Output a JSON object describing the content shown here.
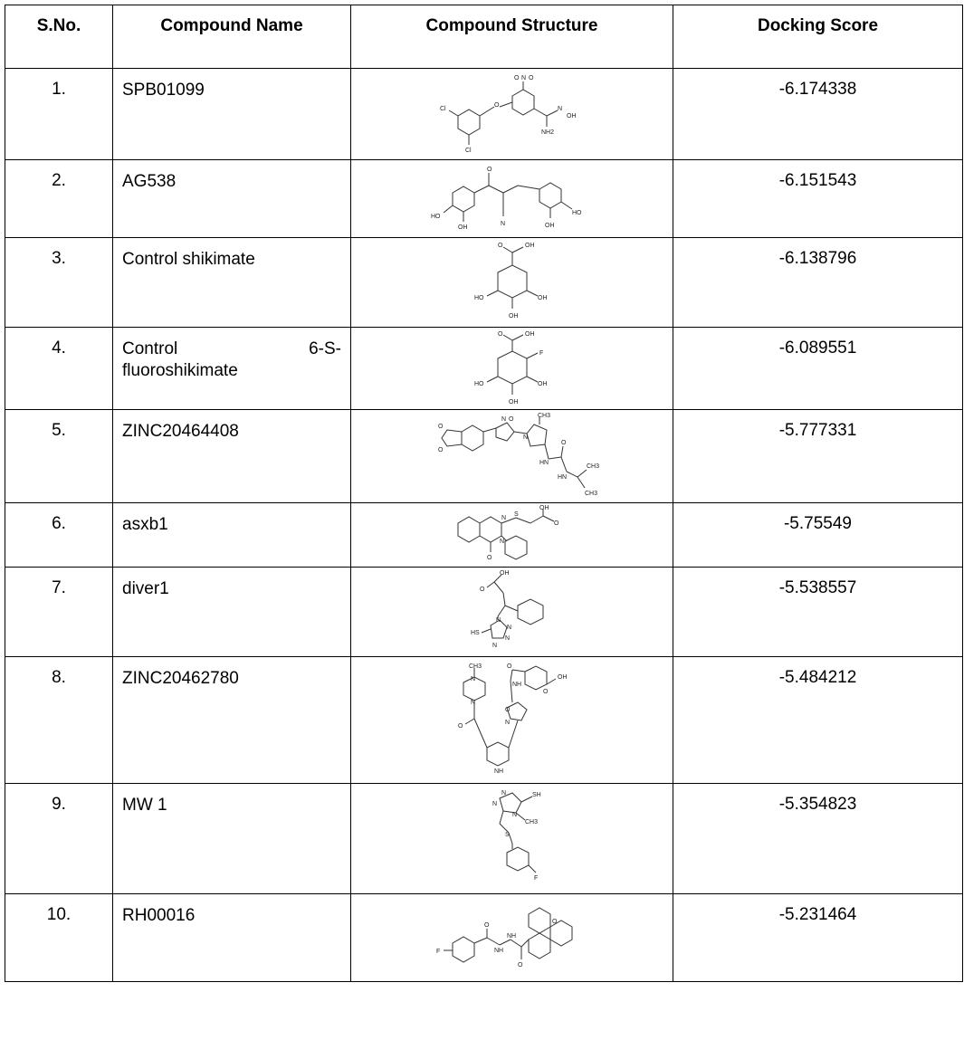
{
  "table": {
    "headers": {
      "sno": "S.No.",
      "name": "Compound Name",
      "structure": "Compound Structure",
      "score": "Docking Score"
    },
    "rows": [
      {
        "sno": "1.",
        "name": "SPB01099",
        "score": "-6.174338",
        "labels": [
          "O",
          "N",
          "O",
          "Cl",
          "O",
          "Cl",
          "N",
          "OH",
          "NH2"
        ]
      },
      {
        "sno": "2.",
        "name": "AG538",
        "score": "-6.151543",
        "labels": [
          "O",
          "HO",
          "OH",
          "N",
          "HO",
          "OH"
        ]
      },
      {
        "sno": "3.",
        "name": "Control shikimate",
        "score": "-6.138796",
        "labels": [
          "O",
          "OH",
          "HO",
          "OH",
          "OH"
        ]
      },
      {
        "sno": "4.",
        "name_a": "Control",
        "name_b": "6-S-",
        "name_c": "fluoroshikimate",
        "score": "-6.089551",
        "labels": [
          "O",
          "OH",
          "F",
          "HO",
          "OH",
          "OH"
        ]
      },
      {
        "sno": "5.",
        "name": "ZINC20464408",
        "score": "-5.777331",
        "labels": [
          "N",
          "O",
          "CH3",
          "N",
          "O",
          "O",
          "HN",
          "O",
          "HN",
          "CH3",
          "CH3"
        ]
      },
      {
        "sno": "6.",
        "name": "asxb1",
        "score": "-5.75549",
        "labels": [
          "N",
          "S",
          "OH",
          "O",
          "N",
          "O"
        ]
      },
      {
        "sno": "7.",
        "name": "diver1",
        "score": "-5.538557",
        "labels": [
          "OH",
          "O",
          "N",
          "HS",
          "N",
          "N",
          "N"
        ]
      },
      {
        "sno": "8.",
        "name": "ZINC20462780",
        "score": "-5.484212",
        "labels": [
          "CH3",
          "N",
          "O",
          "NH",
          "OH",
          "O",
          "N",
          "O",
          "N",
          "O",
          "NH"
        ]
      },
      {
        "sno": "9.",
        "name": "MW 1",
        "score": "-5.354823",
        "labels": [
          "N",
          "N",
          "SH",
          "N",
          "CH3",
          "S",
          "F"
        ]
      },
      {
        "sno": "10.",
        "name": "RH00016",
        "score": "-5.231464",
        "labels": [
          "F",
          "O",
          "NH",
          "NH",
          "O",
          "O"
        ]
      }
    ]
  }
}
